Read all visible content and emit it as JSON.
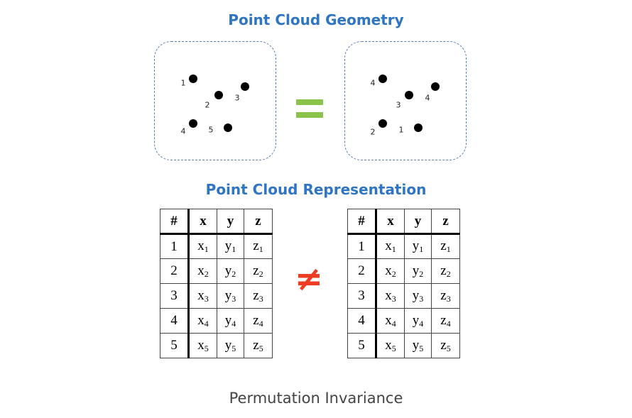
{
  "geometry_title": "Point Cloud Geometry",
  "representation_title": "Point Cloud Representation",
  "caption": "Permutation Invariance",
  "equal_symbol": "=",
  "not_equal_symbol": "≠",
  "left_cloud_labels": [
    "1",
    "2",
    "3",
    "4",
    "5"
  ],
  "right_cloud_labels": [
    "4",
    "3",
    "4",
    "2",
    "1"
  ],
  "table_headers": [
    "#",
    "x",
    "y",
    "z"
  ],
  "table_rows": [
    {
      "id": "1",
      "x": "x",
      "y": "y",
      "z": "z",
      "sub": "1"
    },
    {
      "id": "2",
      "x": "x",
      "y": "y",
      "z": "z",
      "sub": "2"
    },
    {
      "id": "3",
      "x": "x",
      "y": "y",
      "z": "z",
      "sub": "3"
    },
    {
      "id": "4",
      "x": "x",
      "y": "y",
      "z": "z",
      "sub": "4"
    },
    {
      "id": "5",
      "x": "x",
      "y": "y",
      "z": "z",
      "sub": "5"
    }
  ],
  "colors": {
    "title": "#2e75c5",
    "equal": "#8bc34a",
    "not_equal": "#ee3b24"
  }
}
